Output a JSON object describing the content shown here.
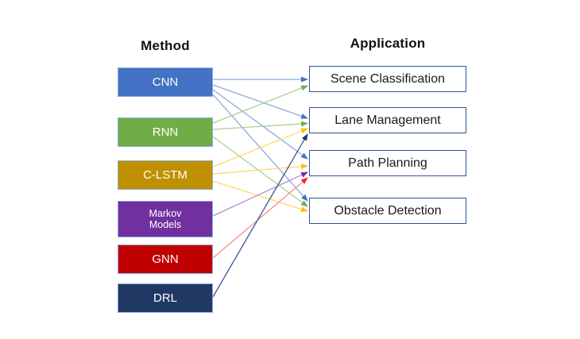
{
  "diagram": {
    "left_header": "Method",
    "right_header": "Application",
    "methods": [
      {
        "id": "cnn",
        "label": "CNN",
        "fill": "#4472C4",
        "line_color": "#8FAADC",
        "arrow_color": "#4472C4"
      },
      {
        "id": "rnn",
        "label": "RNN",
        "fill": "#70AD47",
        "line_color": "#A9D18E",
        "arrow_color": "#70AD47"
      },
      {
        "id": "clstm",
        "label": "C-LSTM",
        "fill": "#BF9000",
        "line_color": "#FFD966",
        "arrow_color": "#FFC000"
      },
      {
        "id": "markov",
        "label": "Markov Models",
        "fill": "#7030A0",
        "line_color": "#B38CD9",
        "arrow_color": "#7030A0"
      },
      {
        "id": "gnn",
        "label": "GNN",
        "fill": "#C00000",
        "line_color": "#FF8B8B",
        "arrow_color": "#FF2020"
      },
      {
        "id": "drl",
        "label": "DRL",
        "fill": "#1F3864",
        "line_color": "#3A5795",
        "arrow_color": "#203864"
      }
    ],
    "applications": [
      {
        "id": "scene",
        "label": "Scene Classification"
      },
      {
        "id": "lane",
        "label": "Lane Management"
      },
      {
        "id": "path",
        "label": "Path Planning"
      },
      {
        "id": "obstacle",
        "label": "Obstacle Detection"
      }
    ],
    "connections": [
      {
        "from": "cnn",
        "to": "scene"
      },
      {
        "from": "cnn",
        "to": "lane"
      },
      {
        "from": "cnn",
        "to": "path"
      },
      {
        "from": "cnn",
        "to": "obstacle"
      },
      {
        "from": "rnn",
        "to": "scene"
      },
      {
        "from": "rnn",
        "to": "lane"
      },
      {
        "from": "rnn",
        "to": "obstacle"
      },
      {
        "from": "clstm",
        "to": "lane"
      },
      {
        "from": "clstm",
        "to": "path"
      },
      {
        "from": "clstm",
        "to": "obstacle"
      },
      {
        "from": "markov",
        "to": "path"
      },
      {
        "from": "gnn",
        "to": "path"
      },
      {
        "from": "drl",
        "to": "lane"
      }
    ],
    "colors": {
      "method_box_border": "#8EAADB",
      "app_box_border": "#2F5597",
      "header_text": "#111111",
      "app_text": "#1A1A1A",
      "method_text": "#FFFFFF"
    }
  }
}
